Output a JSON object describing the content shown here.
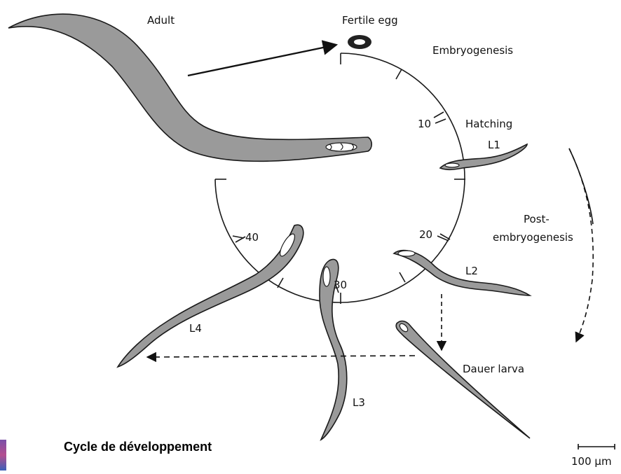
{
  "diagram": {
    "labels": {
      "adult": "Adult",
      "fertile_egg": "Fertile egg",
      "embryogenesis": "Embryogenesis",
      "hatching": "Hatching",
      "l1": "L1",
      "post_line1": "Post-",
      "post_line2": "embryogenesis",
      "l2": "L2",
      "dauer": "Dauer larva",
      "l3": "L3",
      "l4": "L4"
    },
    "ticks": {
      "t10": "10",
      "t20": "20",
      "t30": "30",
      "t40": "40"
    }
  },
  "caption": "Cycle de développement",
  "scale": {
    "label": "100 µm"
  },
  "colors": {
    "worm_fill": "#9a9a9a",
    "outline": "#1a1a1a",
    "edge_tab": "#7a4fa8"
  }
}
